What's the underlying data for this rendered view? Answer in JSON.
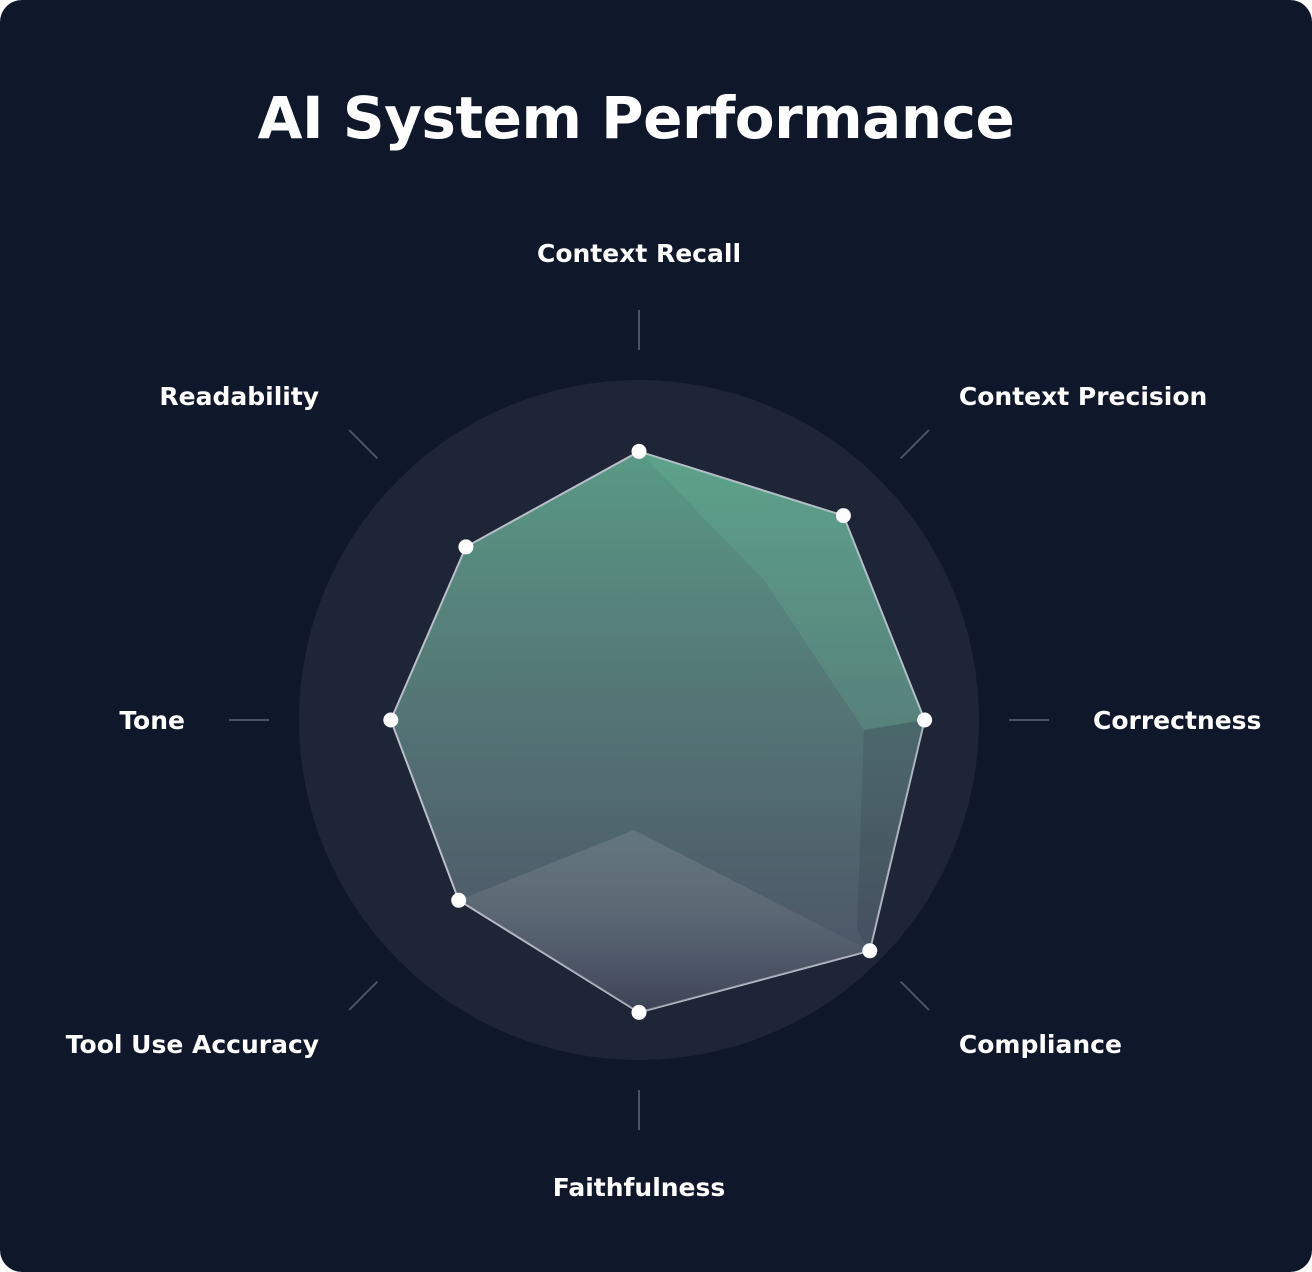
{
  "chart_data": {
    "type": "radar",
    "title": "AI System Performance",
    "axes": [
      "Context Recall",
      "Context Precision",
      "Correctness",
      "Compliance",
      "Faithfulness",
      "Tool Use Accuracy",
      "Tone",
      "Readability"
    ],
    "values": [
      0.79,
      0.85,
      0.84,
      0.96,
      0.86,
      0.75,
      0.73,
      0.72
    ],
    "range": [
      0,
      1
    ],
    "grid": false,
    "colors": {
      "background": "#0f172a",
      "plot_circle": "#1e2537",
      "fill_top": "#7ee2b4",
      "fill_bottom": "#8a90a4",
      "outline": "#b9bec9",
      "point": "#ffffff",
      "tick": "#4b5266",
      "text": "#ffffff"
    }
  }
}
